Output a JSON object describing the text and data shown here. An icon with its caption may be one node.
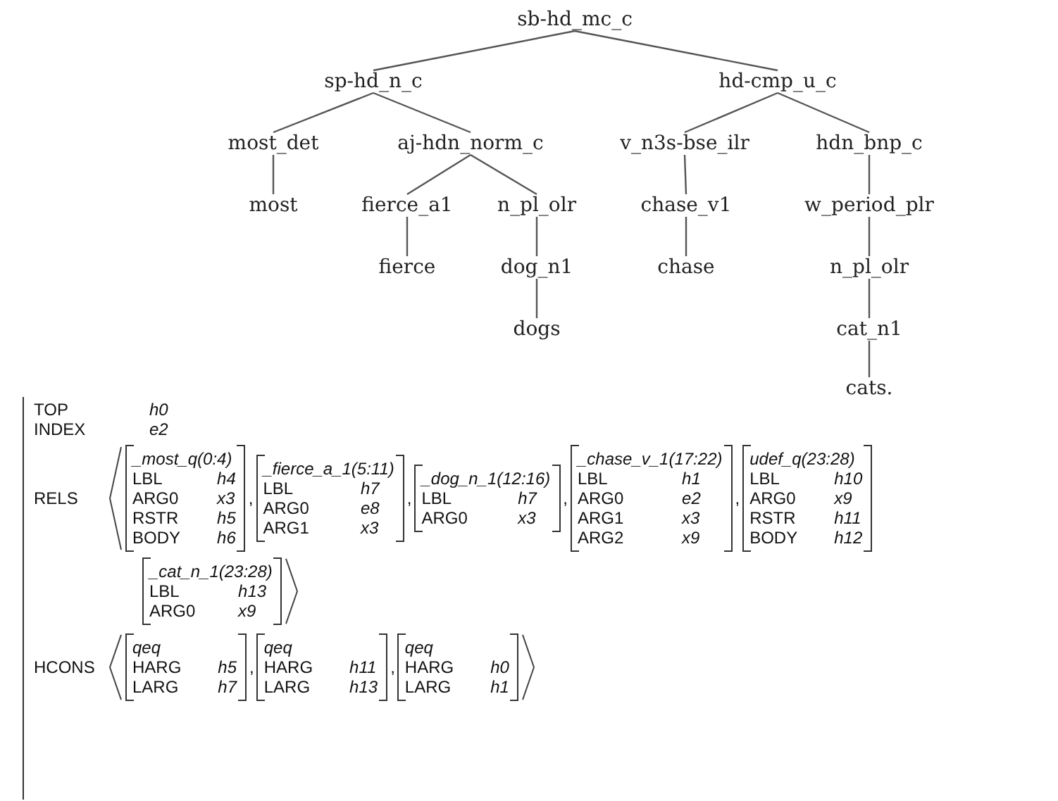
{
  "diagram": {
    "nodes": [
      {
        "text": [
          "sb-hd_mc_c"
        ]
      },
      {
        "text": [
          "sp-hd_n_c"
        ]
      },
      {
        "text": [
          "hd-cmp_u_c"
        ]
      },
      {
        "text": [
          "most_det"
        ]
      },
      {
        "text": [
          "aj-hdn_norm_c"
        ]
      },
      {
        "text": [
          "v_n3s-bse_ilr"
        ]
      },
      {
        "text": [
          "hdn_bnp_c"
        ]
      },
      {
        "text": [
          "most"
        ]
      },
      {
        "text": [
          "fierce_a1"
        ]
      },
      {
        "text": [
          "n_pl_olr"
        ]
      },
      {
        "text": [
          "chase_v1"
        ]
      },
      {
        "text": [
          "w_period_plr"
        ]
      },
      {
        "text": [
          "fierce"
        ]
      },
      {
        "text": [
          "dog_n1"
        ]
      },
      {
        "text": [
          "chase"
        ]
      },
      {
        "text": [
          "n_pl_olr"
        ]
      },
      {
        "text": [
          "dogs"
        ]
      },
      {
        "text": [
          "cat_n1"
        ]
      },
      {
        "text": [
          "cats."
        ]
      }
    ],
    "edges": [
      {
        "from": 0,
        "to": 1,
        "arrow": "none"
      },
      {
        "from": 0,
        "to": 2,
        "arrow": "none"
      },
      {
        "from": 1,
        "to": 3,
        "arrow": "none"
      },
      {
        "from": 1,
        "to": 4,
        "arrow": "none"
      },
      {
        "from": 2,
        "to": 5,
        "arrow": "none"
      },
      {
        "from": 2,
        "to": 6,
        "arrow": "none"
      },
      {
        "from": 3,
        "to": 7,
        "arrow": "none"
      },
      {
        "from": 4,
        "to": 8,
        "arrow": "none"
      },
      {
        "from": 4,
        "to": 9,
        "arrow": "none"
      },
      {
        "from": 5,
        "to": 10,
        "arrow": "none"
      },
      {
        "from": 6,
        "to": 11,
        "arrow": "none"
      },
      {
        "from": 8,
        "to": 12,
        "arrow": "none"
      },
      {
        "from": 9,
        "to": 13,
        "arrow": "none"
      },
      {
        "from": 10,
        "to": 14,
        "arrow": "none"
      },
      {
        "from": 11,
        "to": 15,
        "arrow": "none"
      },
      {
        "from": 13,
        "to": 16,
        "arrow": "none"
      },
      {
        "from": 15,
        "to": 17,
        "arrow": "none"
      },
      {
        "from": 17,
        "to": 18,
        "arrow": "none"
      }
    ],
    "labels": [
      "TOP",
      "h0",
      "INDEX",
      "e2",
      "RELS",
      "_most_q(0:4)",
      "LBL",
      "h4",
      "ARG0",
      "x3",
      "RSTR",
      "h5",
      "BODY",
      "h6",
      ",",
      "_fierce_a_1(5:11)",
      "LBL",
      "h7",
      "ARG0",
      "e8",
      "ARG1",
      "x3",
      ",",
      "_dog_n_1(12:16)",
      "LBL",
      "h7",
      "ARG0",
      "x3",
      ",",
      "_chase_v_1(17:22)",
      "LBL",
      "h1",
      "ARG0",
      "e2",
      "ARG1",
      "x3",
      "ARG2",
      "x9",
      ",",
      "udef_q(23:28)",
      "LBL",
      "h10",
      "ARG0",
      "x9",
      "RSTR",
      "h11",
      "BODY",
      "h12",
      "_cat_n_1(23:28)",
      "LBL",
      "h13",
      "ARG0",
      "x9",
      "HCONS",
      "qeq",
      "HARG",
      "h5",
      "LARG",
      "h7",
      ",",
      "qeq",
      "HARG",
      "h11",
      "LARG",
      "h13",
      ",",
      "qeq",
      "HARG",
      "h0",
      "LARG",
      "h1"
    ]
  }
}
